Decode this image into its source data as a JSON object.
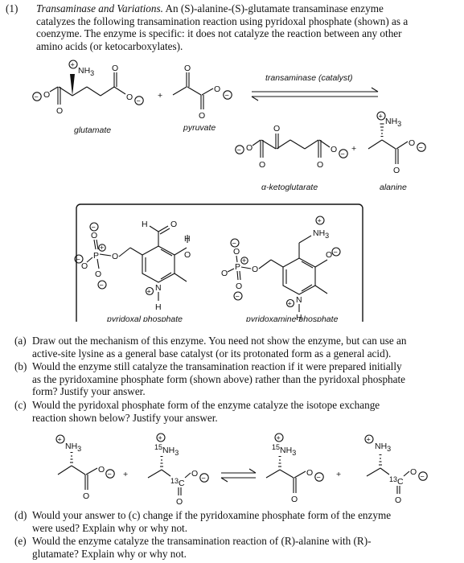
{
  "problem": {
    "number": "(1)",
    "title": "Transaminase and Variations.",
    "intro_lines": [
      "An (S)-alanine-(S)-glutamate transaminase enzyme",
      "catalyzes the following transamination reaction using pyridoxal phosphate (shown) as a",
      "coenzyme.  The enzyme is specific: it does not catalyze the reaction between any other",
      "amino acids (or ketocarboxylates)."
    ]
  },
  "reaction1": {
    "catalyst_label": "transaminase (catalyst)",
    "names": {
      "glutamate": "glutamate",
      "pyruvate": "pyruvate",
      "ketoglutarate": "α-ketoglutarate",
      "alanine": "alanine"
    },
    "plus": "+"
  },
  "coenzymes": {
    "pyridoxal_label": "pyridoxal phosphate",
    "pyridoxamine_label": "pyridoxamine phosphate"
  },
  "questions": [
    {
      "letter": "(a)",
      "lines": [
        "Draw out the mechanism of this enzyme.  You need not show the enzyme, but can use an",
        "active-site lysine as a general base catalyst (or its protonated form as a general acid)."
      ]
    },
    {
      "letter": "(b)",
      "lines": [
        "Would the enzyme still catalyze the transamination reaction if it were prepared initially",
        "as the pyridoxamine phosphate form (shown above) rather than the pyridoxal phosphate",
        "form?  Justify your answer."
      ]
    },
    {
      "letter": "(c)",
      "lines": [
        "Would the pyridoxal phosphate form of the enzyme catalyze the isotope exchange",
        "reaction shown below?  Justify your answer."
      ]
    },
    {
      "letter": "(d)",
      "lines": [
        "Would your answer to (c) change if the pyridoxamine phosphate form of the enzyme",
        "were used?  Explain why or why not."
      ]
    },
    {
      "letter": "(e)",
      "lines": [
        "Would the enzyme catalyze the transamination reaction of (R)-alanine with (R)-",
        "glutamate?  Explain why or why not."
      ]
    }
  ],
  "atoms": {
    "nh3": "NH",
    "three": "3",
    "n15": "15",
    "c13": "13",
    "o": "O",
    "n": "N",
    "h": "H",
    "p": "P",
    "c": "C",
    "plus_sign": "+",
    "minus_sign": "−"
  }
}
